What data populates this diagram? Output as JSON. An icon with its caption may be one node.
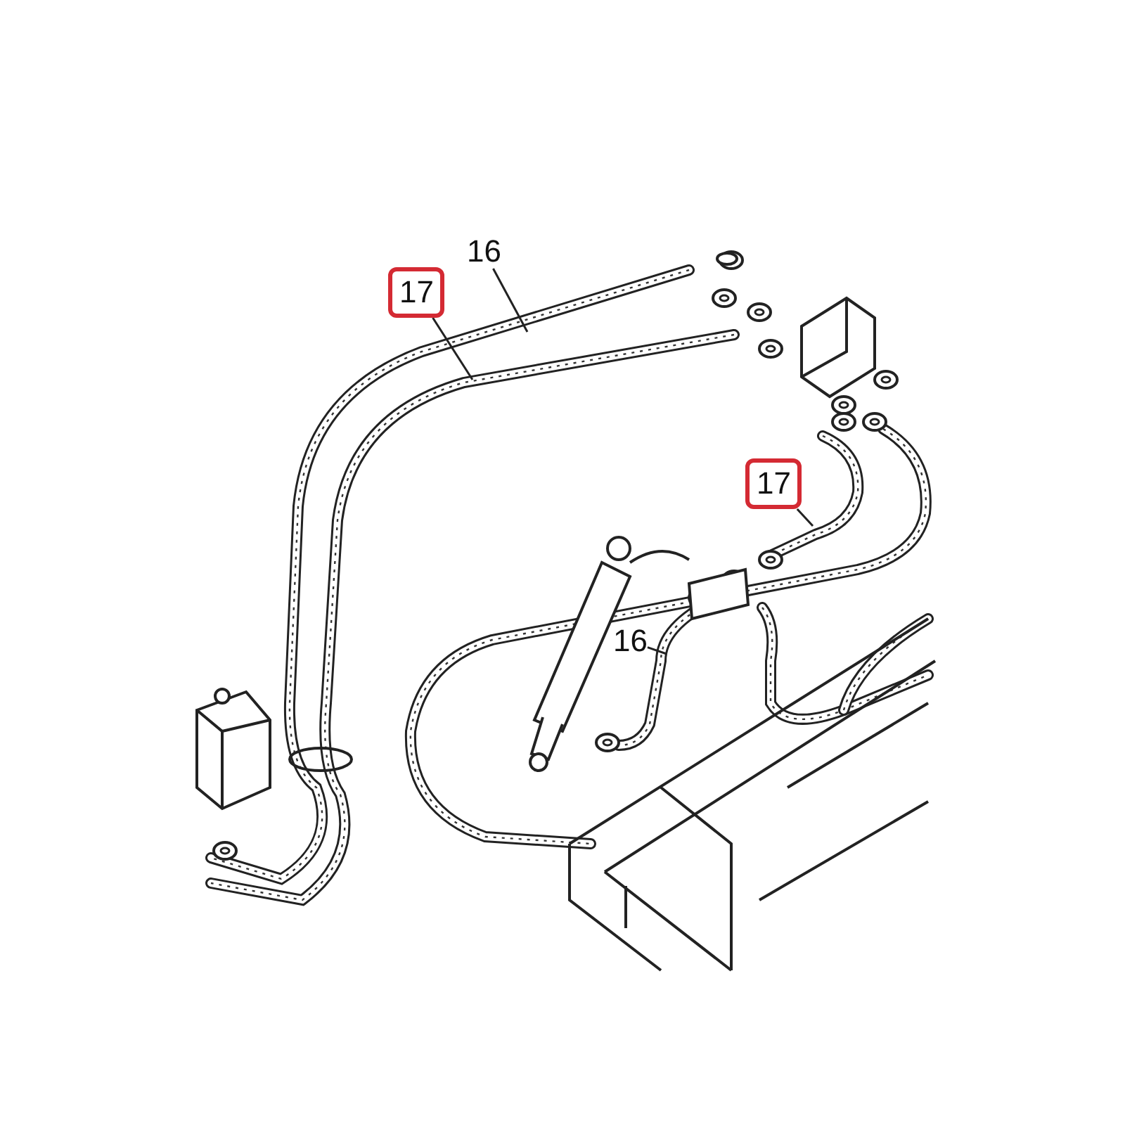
{
  "diagram": {
    "nodes": [
      {
        "text": [
          "17"
        ]
      },
      {
        "text": [
          "16"
        ]
      },
      {
        "text": [
          "17"
        ]
      },
      {
        "text": [
          "16"
        ]
      }
    ],
    "edges": [
      {
        "from": 0,
        "to": null,
        "arrow": "none"
      },
      {
        "from": 1,
        "to": null,
        "arrow": "none"
      },
      {
        "from": 2,
        "to": null,
        "arrow": "none"
      },
      {
        "from": 3,
        "to": null,
        "arrow": "none"
      }
    ]
  }
}
